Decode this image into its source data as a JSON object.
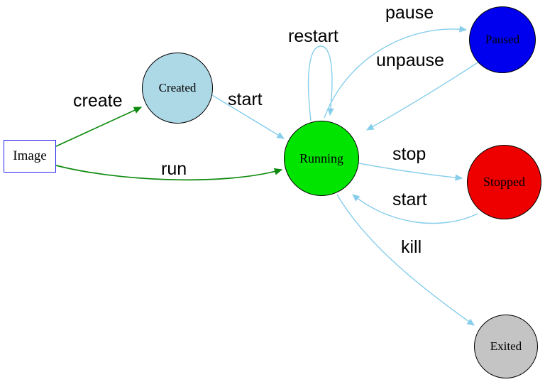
{
  "colors": {
    "background": "#ffffff",
    "edge_lifecycle": "#87CEEB",
    "edge_image_action": "#0E8A0E",
    "node_border": "#000000",
    "image_node_border": "#2222EE",
    "text": "#000000"
  },
  "nodes": {
    "image": {
      "label": "Image",
      "fill": "#FFFFFF"
    },
    "created": {
      "label": "Created",
      "fill": "#ADD8E6"
    },
    "running": {
      "label": "Running",
      "fill": "#00E400"
    },
    "paused": {
      "label": "Paused",
      "fill": "#0000EE"
    },
    "stopped": {
      "label": "Stopped",
      "fill": "#EE0000"
    },
    "exited": {
      "label": "Exited",
      "fill": "#C4C4C4"
    }
  },
  "edges": {
    "create": {
      "label": "create",
      "from": "image",
      "to": "created"
    },
    "run": {
      "label": "run",
      "from": "image",
      "to": "running"
    },
    "start_created": {
      "label": "start",
      "from": "created",
      "to": "running"
    },
    "restart": {
      "label": "restart",
      "from": "running",
      "to": "running"
    },
    "pause": {
      "label": "pause",
      "from": "running",
      "to": "paused"
    },
    "unpause": {
      "label": "unpause",
      "from": "paused",
      "to": "running"
    },
    "stop": {
      "label": "stop",
      "from": "running",
      "to": "stopped"
    },
    "start_stopped": {
      "label": "start",
      "from": "stopped",
      "to": "running"
    },
    "kill": {
      "label": "kill",
      "from": "running",
      "to": "exited"
    }
  }
}
